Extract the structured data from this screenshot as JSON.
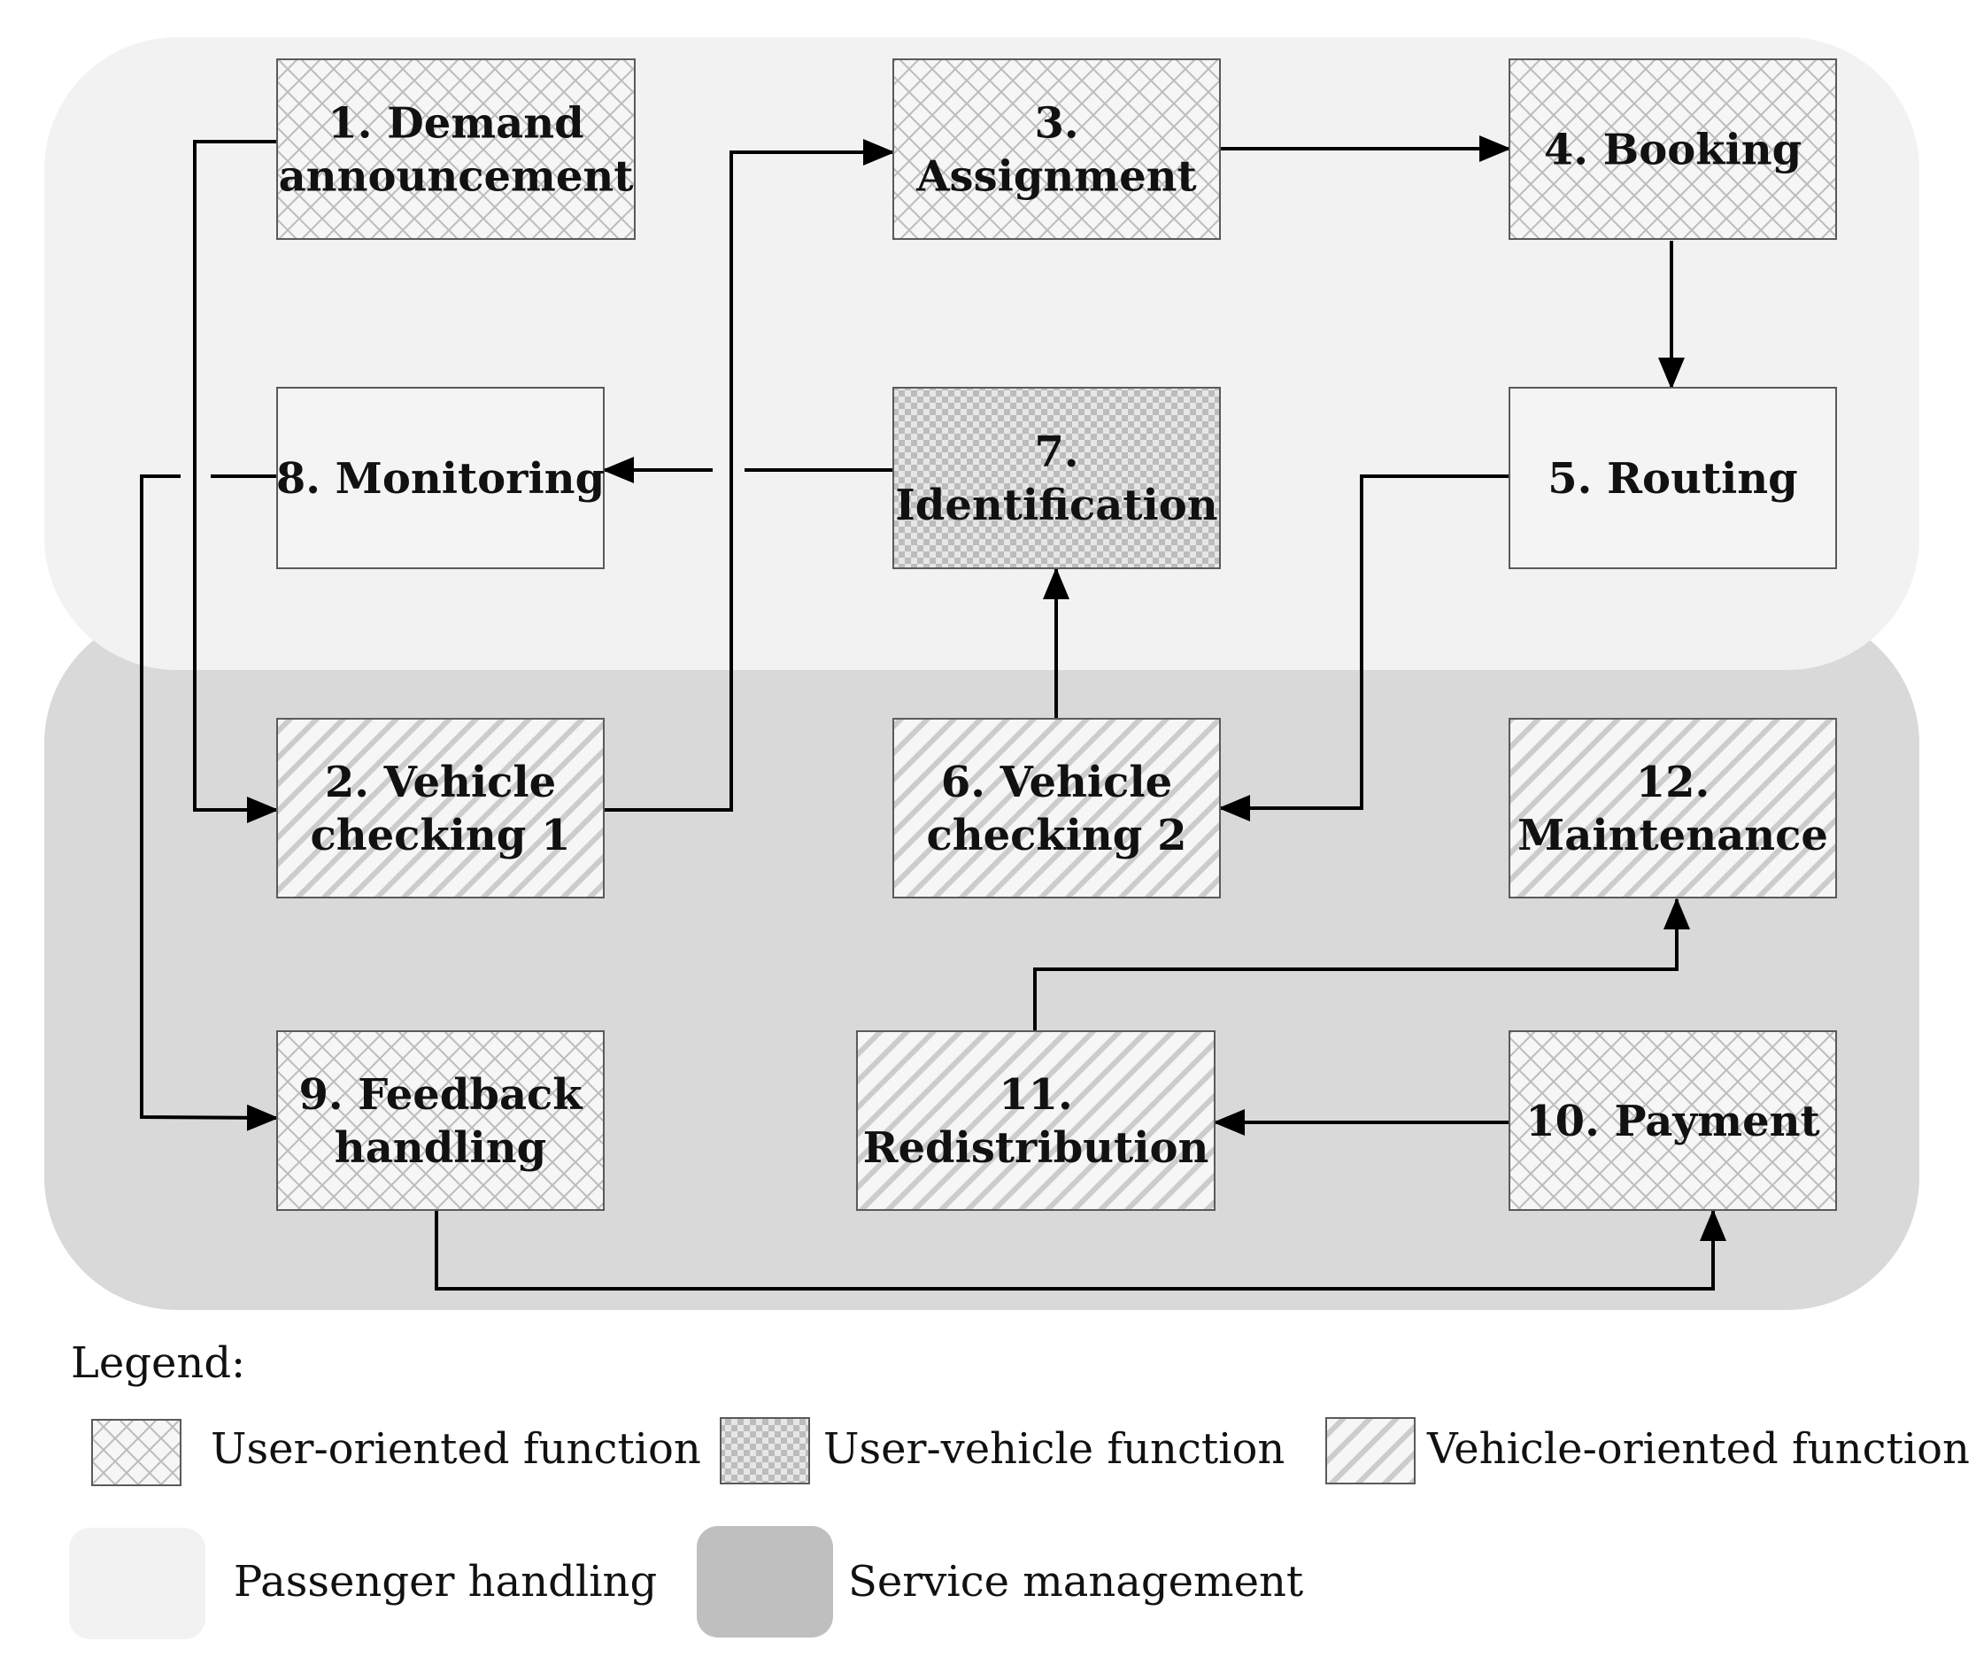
{
  "boxes": [
    {
      "id": "b1",
      "lines": [
        "1. Demand",
        "announcement"
      ],
      "pattern": "user-oriented"
    },
    {
      "id": "b3",
      "lines": [
        "3.",
        "Assignment"
      ],
      "pattern": "user-oriented"
    },
    {
      "id": "b4",
      "lines": [
        "4. Booking"
      ],
      "pattern": "user-oriented"
    },
    {
      "id": "b8",
      "lines": [
        "8. Monitoring"
      ],
      "pattern": "plain"
    },
    {
      "id": "b7",
      "lines": [
        "7.",
        "Identification"
      ],
      "pattern": "user-vehicle"
    },
    {
      "id": "b5",
      "lines": [
        "5. Routing"
      ],
      "pattern": "plain"
    },
    {
      "id": "b2",
      "lines": [
        "2. Vehicle",
        "checking 1"
      ],
      "pattern": "vehicle-oriented"
    },
    {
      "id": "b6",
      "lines": [
        "6. Vehicle",
        "checking 2"
      ],
      "pattern": "vehicle-oriented"
    },
    {
      "id": "b12",
      "lines": [
        "12.",
        "Maintenance"
      ],
      "pattern": "vehicle-oriented"
    },
    {
      "id": "b9",
      "lines": [
        "9. Feedback",
        "handling"
      ],
      "pattern": "user-oriented"
    },
    {
      "id": "b11",
      "lines": [
        "11.",
        "Redistribution"
      ],
      "pattern": "vehicle-oriented"
    },
    {
      "id": "b10",
      "lines": [
        "10. Payment"
      ],
      "pattern": "user-oriented"
    }
  ],
  "legend": {
    "title": "Legend:",
    "patterns": [
      {
        "pattern": "user-oriented",
        "label": "User-oriented function"
      },
      {
        "pattern": "user-vehicle",
        "label": "User-vehicle function"
      },
      {
        "pattern": "vehicle-oriented",
        "label": "Vehicle-oriented function"
      }
    ],
    "areas": [
      {
        "area": "passenger",
        "label": "Passenger handling"
      },
      {
        "area": "service",
        "label": "Service management"
      }
    ]
  },
  "colors": {
    "passenger_area": "#f2f2f2",
    "service_area": "#d9d9d9",
    "service_swatch": "#bfbfbf",
    "box_fill": "#f4f4f4",
    "line": "#000000"
  }
}
